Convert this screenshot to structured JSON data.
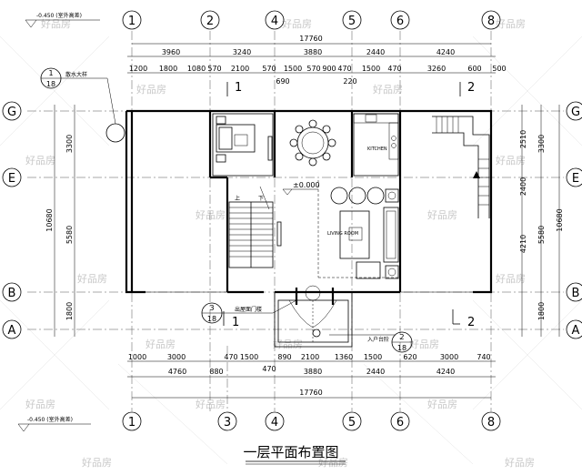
{
  "title": "一层平面布置图",
  "watermark": "好品房",
  "axes": {
    "columns": [
      "1",
      "2",
      "3",
      "4",
      "5",
      "6",
      "8"
    ],
    "rows": [
      "G",
      "E",
      "B",
      "A"
    ]
  },
  "dims_top": {
    "overall": "17760",
    "bays": [
      "3960",
      "3240",
      "3880",
      "2440",
      "4240"
    ],
    "detail": [
      "1200",
      "1800",
      "1080",
      "570",
      "2100",
      "570",
      "1500",
      "570",
      "900",
      "470",
      "1500",
      "470",
      "3260",
      "600",
      "500"
    ],
    "extra": [
      "690",
      "220"
    ]
  },
  "dims_bottom": {
    "detail": [
      "1000",
      "3000",
      "470",
      "1500",
      "890",
      "2100",
      "1360",
      "1500",
      "620",
      "3000",
      "740"
    ],
    "bays": [
      "4760",
      "880",
      "470",
      "3880",
      "2440",
      "4240"
    ],
    "overall": "17760"
  },
  "dims_left": {
    "total": "10680",
    "parts": [
      "3300",
      "5580",
      "1800"
    ]
  },
  "dims_right": {
    "total": "10680",
    "outer": [
      "3300",
      "5580",
      "1800"
    ],
    "inner": [
      "2510",
      "2400",
      "4210"
    ]
  },
  "levels": {
    "outdoor": "-0.450 (室外高差)",
    "indoor": "±0.000"
  },
  "callouts": {
    "top_left": {
      "num": "1",
      "sheet": "18",
      "label": "散水大样"
    },
    "door": {
      "num": "3",
      "sheet": "18",
      "label": "出屋面门楼"
    },
    "entrance": {
      "num": "2",
      "sheet": "18",
      "label": "入户台阶"
    }
  },
  "sections": [
    "1",
    "2",
    "1",
    "2"
  ],
  "rooms": {
    "kitchen": "KITCHEN",
    "living": "LIVING ROOM"
  },
  "stair_marks": {
    "up": "上",
    "down": "下"
  }
}
